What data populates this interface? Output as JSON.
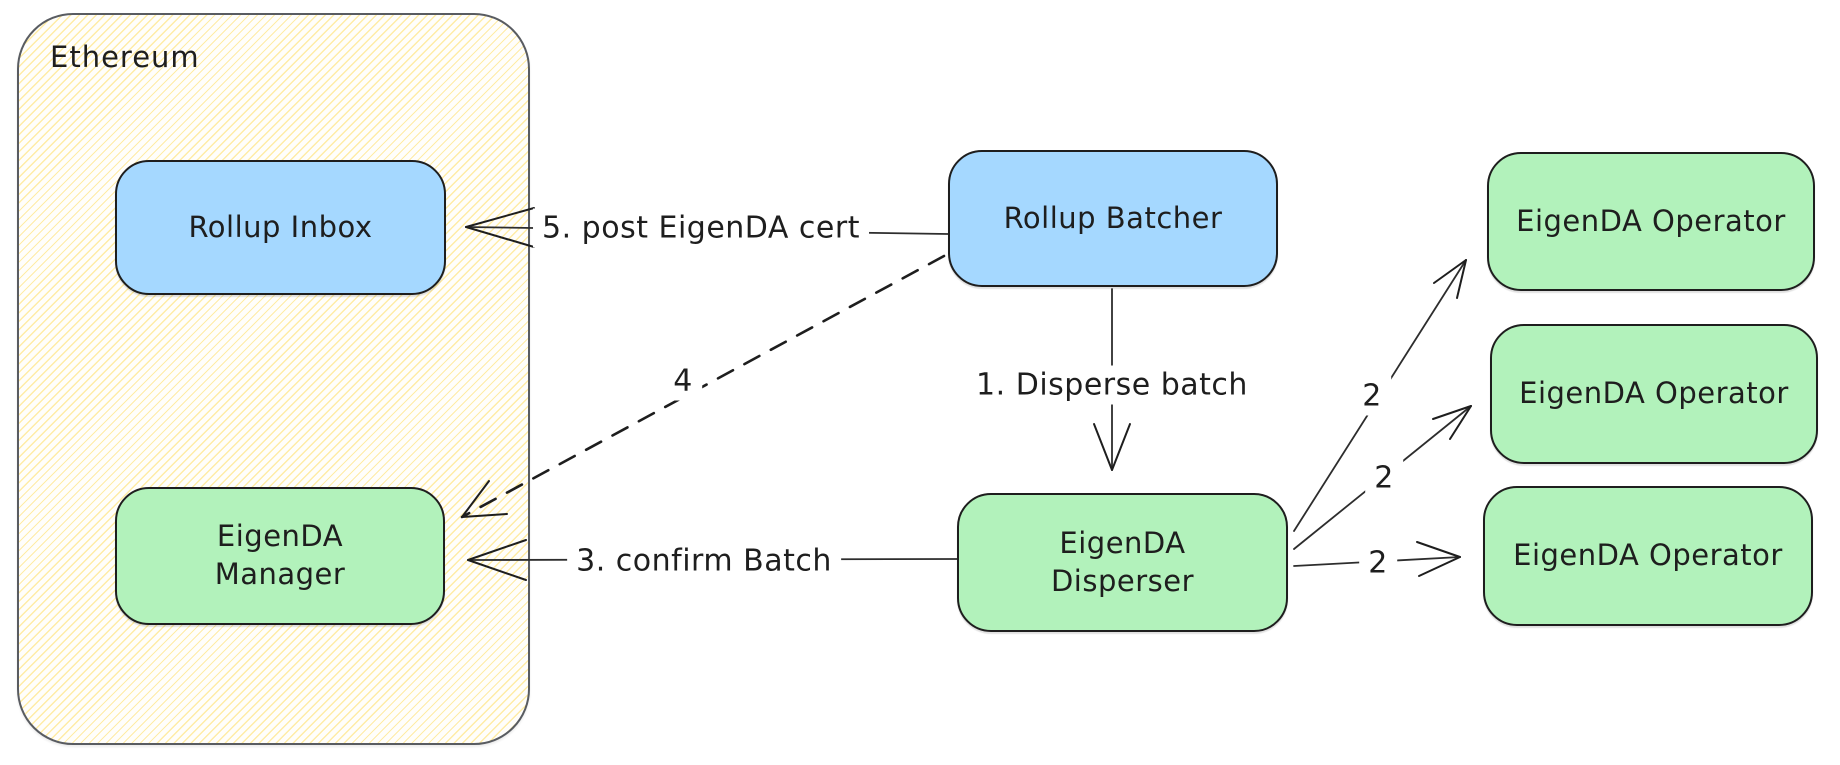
{
  "diagram": {
    "container": {
      "label": "Ethereum"
    },
    "nodes": {
      "rollup_inbox": {
        "label": "Rollup Inbox",
        "fill": "#a5d8ff"
      },
      "rollup_batcher": {
        "label": "Rollup Batcher",
        "fill": "#a5d8ff"
      },
      "eigenda_manager": {
        "label": "EigenDA\nManager",
        "fill": "#b2f2bb"
      },
      "eigenda_disperser": {
        "label": "EigenDA\nDisperser",
        "fill": "#b2f2bb"
      },
      "eigenda_operator_top": {
        "label": "EigenDA Operator",
        "fill": "#b2f2bb"
      },
      "eigenda_operator_middle": {
        "label": "EigenDA Operator",
        "fill": "#b2f2bb"
      },
      "eigenda_operator_bottom": {
        "label": "EigenDA Operator",
        "fill": "#b2f2bb"
      }
    },
    "edges": {
      "disperse_batch": {
        "label": "1. Disperse batch"
      },
      "chunks_top": {
        "label": "2"
      },
      "chunks_middle": {
        "label": "2"
      },
      "chunks_bottom": {
        "label": "2"
      },
      "confirm_batch": {
        "label": "3. confirm Batch"
      },
      "cert_reference": {
        "label": "4"
      },
      "post_cert": {
        "label": "5. post EigenDA cert"
      }
    },
    "colors": {
      "node_blue": "#a5d8ff",
      "node_green": "#b2f2bb",
      "node_stroke": "#1e1e1e",
      "container_stroke": "#595c61",
      "hatch_yellow": "#ffeca6",
      "arrow": "#2d2d2d",
      "background": "#ffffff"
    }
  }
}
